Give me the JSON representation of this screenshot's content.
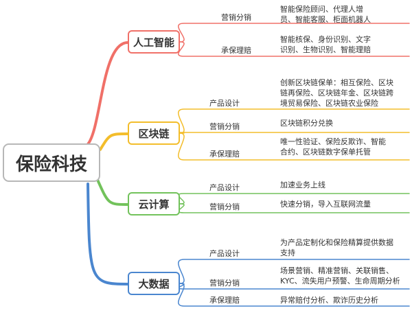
{
  "root": {
    "label": "保险科技"
  },
  "branches": [
    {
      "label": "人工智能",
      "color": "#f07068",
      "subs": [
        {
          "label": "营销分销",
          "lines": [
            "智能保险顾问、代理人增",
            "员、智能客服、柜面机器人"
          ]
        },
        {
          "label": "承保理赔",
          "lines": [
            "智能核保、身份识别、文字",
            "识别、生物识别、智能理赔"
          ]
        }
      ]
    },
    {
      "label": "区块链",
      "color": "#f3bd2b",
      "subs": [
        {
          "label": "产品设计",
          "lines": [
            "创新区块链保单：相互保险、区块",
            "链再保险、区块链年金、区块链跨",
            "境贸易保险、区块链农业保险"
          ]
        },
        {
          "label": "营销分销",
          "lines": [
            "区块链积分兑换"
          ]
        },
        {
          "label": "承保理赔",
          "lines": [
            "唯一性验证、保险反欺诈、智能",
            "合约、区块链数字保单托管"
          ]
        }
      ]
    },
    {
      "label": "云计算",
      "color": "#72c25b",
      "subs": [
        {
          "label": "产品设计",
          "lines": [
            "加速业务上线"
          ]
        },
        {
          "label": "营销分销",
          "lines": [
            "快速分销，导入互联网流量"
          ]
        }
      ]
    },
    {
      "label": "大数据",
      "color": "#4a86cf",
      "subs": [
        {
          "label": "产品设计",
          "lines": [
            "为产品定制化和保险精算提供数据",
            "支持"
          ]
        },
        {
          "label": "营销分销",
          "lines": [
            "场景营销、精准营销、关联销售、",
            "KYC、流失用户预警、生命周期分析"
          ]
        },
        {
          "label": "承保理赔",
          "lines": [
            "异常赔付分析、欺诈历史分析"
          ]
        }
      ]
    }
  ]
}
